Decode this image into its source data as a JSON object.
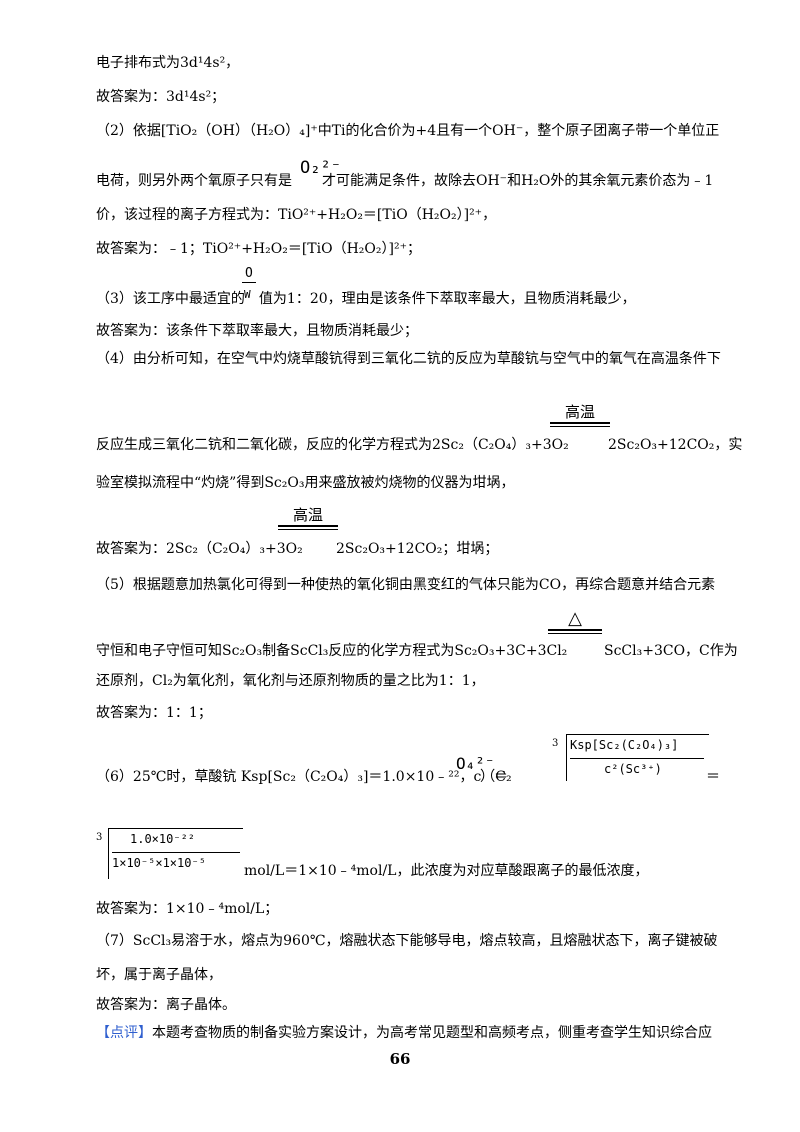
{
  "lines": {
    "l1": "电子排布式为3d¹4s²，",
    "l2": "故答案为：3d¹4s²；",
    "l3": "（2）依据[TiO₂（OH）（H₂O）₄]⁺中Ti的化合价为+4且有一个OH⁻，整个原子团离子带一个单位正",
    "l4a": "电荷，则另外两个氧原子只有是",
    "l4b": "才可能满足条件，故除去OH⁻和H₂O外的其余氧元素价态为﹣1",
    "l5": "价，该过程的离子方程式为：TiO²⁺+H₂O₂＝[TiO（H₂O₂）]²⁺，",
    "l6": "故答案为：﹣1；TiO²⁺+H₂O₂＝[TiO（H₂O₂）]²⁺；",
    "l7a": "（3）该工序中最适宜的",
    "l7b": "值为1：20，理由是该条件下萃取率最大，且物质消耗最少，",
    "l8": "故答案为：该条件下萃取率最大，且物质消耗最少；",
    "l9": "（4）由分析可知，在空气中灼烧草酸钪得到三氧化二钪的反应为草酸钪与空气中的氧气在高温条件下",
    "l10a": "反应生成三氧化二钪和二氧化碳，反应的化学方程式为2Sc₂（C₂O₄）₃+3O₂",
    "l10b": "2Sc₂O₃+12CO₂，实",
    "l11": "验室模拟流程中“灼烧”得到Sc₂O₃用来盛放被灼烧物的仪器为坩埚，",
    "l12a": "故答案为：2Sc₂（C₂O₄）₃+3O₂",
    "l12b": "2Sc₂O₃+12CO₂；坩埚；",
    "l13": "（5）根据题意加热氯化可得到一种使热的氧化铜由黑变红的气体只能为CO，再综合题意并结合元素",
    "l14a": "守恒和电子守恒可知Sc₂O₃制备ScCl₃反应的化学方程式为Sc₂O₃+3C+3Cl₂",
    "l14b": "ScCl₃+3CO，C作为",
    "l15": "还原剂，Cl₂为氧化剂，氧化剂与还原剂物质的量之比为1：1，",
    "l16": "故答案为：1：1；",
    "l17a": "（6）25℃时，草酸钪 Ksp[Sc₂（C₂O₄）₃]＝1.0×10﹣²²，c（C₂",
    "l17b": "）＝",
    "l17c": "＝",
    "l18": "mol/L＝1×10﹣⁴mol/L，此浓度为对应草酸跟离子的最低浓度，",
    "l19": "故答案为：1×10﹣⁴mol/L；",
    "l20": "（7）ScCl₃易溶于水，熔点为960℃，熔融状态下能够导电，熔点较高，且熔融状态下，离子键被破",
    "l21": "坏，属于离子晶体，",
    "l22": "故答案为：离子晶体。",
    "l23tag": "【点评】",
    "l23": "本题考查物质的制备实验方案设计，为高考常见题型和高频考点，侧重考查学生知识综合应"
  },
  "conditions": {
    "high_temp": "高温",
    "heat": "△"
  },
  "formulas": {
    "peroxide_ion": "O₂²⁻",
    "oxalate_ion": "O₄²⁻",
    "ratio_num": "O",
    "ratio_den": "W",
    "ksp_expr": "Ksp[Sc₂(C₂O₄)₃]",
    "sc_expr": "c²(Sc³⁺)",
    "num_val": "1.0×10⁻²²",
    "den_val": "1×10⁻⁵×1×10⁻⁵",
    "root_index": "3"
  },
  "page_number": "66"
}
